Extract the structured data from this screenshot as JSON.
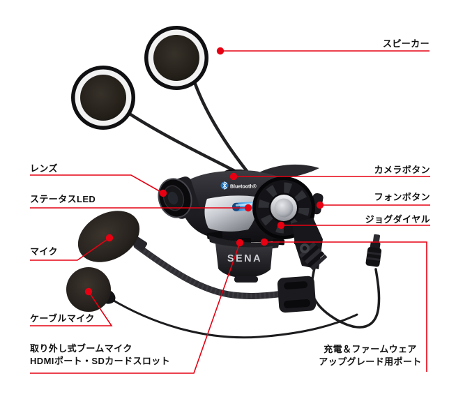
{
  "figure": {
    "type": "product-callout-diagram",
    "background": "#ffffff",
    "accent_red": "#e60012",
    "label_text_color": "#111111",
    "status_led_color": "#4aa6e8"
  },
  "callouts": {
    "speaker": {
      "label": "スピーカー"
    },
    "lens": {
      "label": "レンズ"
    },
    "status_led": {
      "label": "ステータスLED"
    },
    "mic": {
      "label": "マイク"
    },
    "cable_mic": {
      "label": "ケーブルマイク"
    },
    "boom_mic": {
      "line1": "取り外し式ブームマイク",
      "line2": "HDMIポート・SDカードスロット"
    },
    "camera_button": {
      "label": "カメラボタン"
    },
    "phone_button": {
      "label": "フォンボタン"
    },
    "jog_dial": {
      "label": "ジョグダイヤル"
    },
    "charge_port": {
      "line1": "充電＆ファームウェア",
      "line2": "アップグレード用ポート"
    }
  },
  "device": {
    "bluetooth_logo_text": "Bluetooth®",
    "brand_text": "SENA"
  }
}
